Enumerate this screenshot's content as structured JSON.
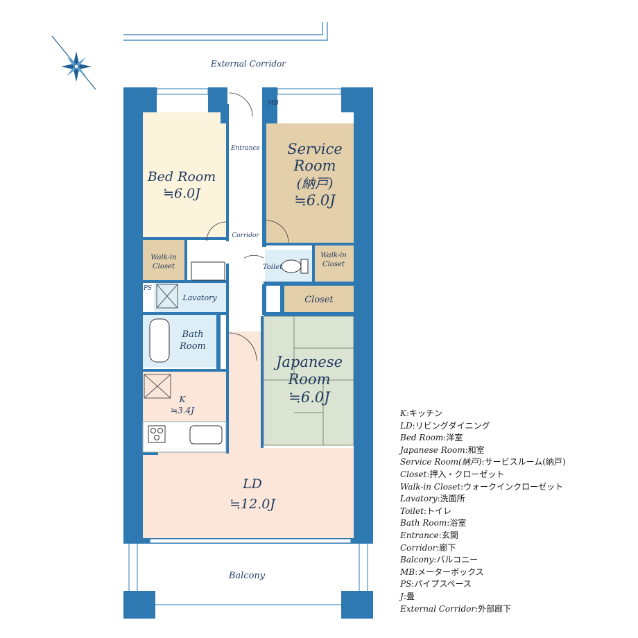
{
  "title": {
    "external_corridor": "External Corridor",
    "balcony": "Balcony"
  },
  "rooms": {
    "bed_room": {
      "name": "Bed Room",
      "size": "≒6.0J"
    },
    "service_room": {
      "name1": "Service",
      "name2": "Room",
      "name3": "(納戸)",
      "size": "≒6.0J"
    },
    "japanese_room": {
      "name1": "Japanese",
      "name2": "Room",
      "size": "≒6.0J"
    },
    "kitchen": {
      "name": "K",
      "size": "≒3.4J"
    },
    "ld": {
      "name": "LD",
      "size": "≒12.0J"
    },
    "bath": {
      "name1": "Bath",
      "name2": "Room"
    },
    "lavatory": "Lavatory",
    "toilet": "Toilet",
    "closet": "Closet",
    "wic_left": {
      "l1": "Walk-in",
      "l2": "Closet"
    },
    "wic_right": {
      "l1": "Walk-in",
      "l2": "Closet"
    },
    "entrance": "Entrance",
    "corridor": "Corridor",
    "mb": "MB",
    "ps": "PS"
  },
  "legend": [
    {
      "key": "K",
      "sep": ":",
      "value": "キッチン"
    },
    {
      "key": "LD",
      "sep": ":",
      "value": "リビングダイニング"
    },
    {
      "key": "Bed Room",
      "sep": ":",
      "value": "洋室"
    },
    {
      "key": "Japanese Room",
      "sep": ":",
      "value": "和室"
    },
    {
      "key": "Service Room(納戸)",
      "sep": ":",
      "value": "サービスルーム(納戸)"
    },
    {
      "key": "Closet",
      "sep": ":",
      "value": "押入・クローゼット"
    },
    {
      "key": "Walk-in Closet",
      "sep": ":",
      "value": "ウォークインクローゼット"
    },
    {
      "key": "Lavatory",
      "sep": ":",
      "value": "洗面所"
    },
    {
      "key": "Toilet",
      "sep": ":",
      "value": "トイレ"
    },
    {
      "key": "Bath Room",
      "sep": ":",
      "value": "浴室"
    },
    {
      "key": "Entrance",
      "sep": ":",
      "value": "玄関"
    },
    {
      "key": "Corridor",
      "sep": ":",
      "value": "廊下"
    },
    {
      "key": "Balcony",
      "sep": ":",
      "value": "バルコニー"
    },
    {
      "key": "MB",
      "sep": ":",
      "value": "メーターボックス"
    },
    {
      "key": "PS",
      "sep": ":",
      "value": "パイプスペース"
    },
    {
      "key": "J",
      "sep": ":",
      "value": "畳"
    },
    {
      "key": "External Corridor",
      "sep": ":",
      "value": "外部廊下"
    }
  ],
  "colors": {
    "wall": "#2f79b3",
    "wall_dark": "#1f5f93",
    "bed_room": "#fbf3dc",
    "service_room": "#e3cfa9",
    "japanese_room": "#dbe3d2",
    "ld": "#fbe6d9",
    "wet": "#ddeef7",
    "corridor": "#ffffff",
    "closet": "#e3cfa9",
    "text": "#1f3a5f"
  },
  "icons": [
    "compass-icon",
    "bathtub-icon",
    "toilet-icon",
    "stove-icon",
    "sink-icon"
  ]
}
